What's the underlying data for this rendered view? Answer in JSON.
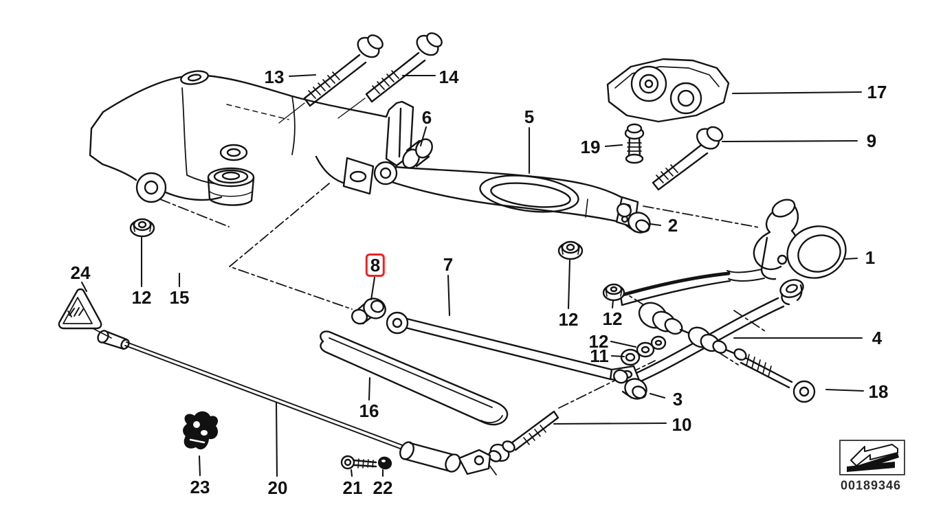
{
  "figure": {
    "type": "exploded-parts-diagram",
    "subject": "rear axle support / wheel suspension line drawing",
    "line_color": "#141414",
    "highlight_color": "#ee2222",
    "background_color": "#ffffff"
  },
  "callouts": [
    {
      "text": "13",
      "highlighted": false
    },
    {
      "text": "14",
      "highlighted": false
    },
    {
      "text": "6",
      "highlighted": false
    },
    {
      "text": "5",
      "highlighted": false
    },
    {
      "text": "17",
      "highlighted": false
    },
    {
      "text": "19",
      "highlighted": false
    },
    {
      "text": "9",
      "highlighted": false
    },
    {
      "text": "2",
      "highlighted": false
    },
    {
      "text": "1",
      "highlighted": false
    },
    {
      "text": "24",
      "highlighted": false
    },
    {
      "text": "12",
      "highlighted": false
    },
    {
      "text": "15",
      "highlighted": false
    },
    {
      "text": "8",
      "highlighted": true
    },
    {
      "text": "7",
      "highlighted": false
    },
    {
      "text": "12",
      "highlighted": false
    },
    {
      "text": "12",
      "highlighted": false
    },
    {
      "text": "12",
      "highlighted": false
    },
    {
      "text": "11",
      "highlighted": false
    },
    {
      "text": "4",
      "highlighted": false
    },
    {
      "text": "3",
      "highlighted": false
    },
    {
      "text": "18",
      "highlighted": false
    },
    {
      "text": "10",
      "highlighted": false
    },
    {
      "text": "16",
      "highlighted": false
    },
    {
      "text": "23",
      "highlighted": false
    },
    {
      "text": "20",
      "highlighted": false
    },
    {
      "text": "21",
      "highlighted": false
    },
    {
      "text": "22",
      "highlighted": false
    }
  ],
  "stamp": {
    "number": "00189346",
    "icon": "page-turn-arrow-icon"
  }
}
